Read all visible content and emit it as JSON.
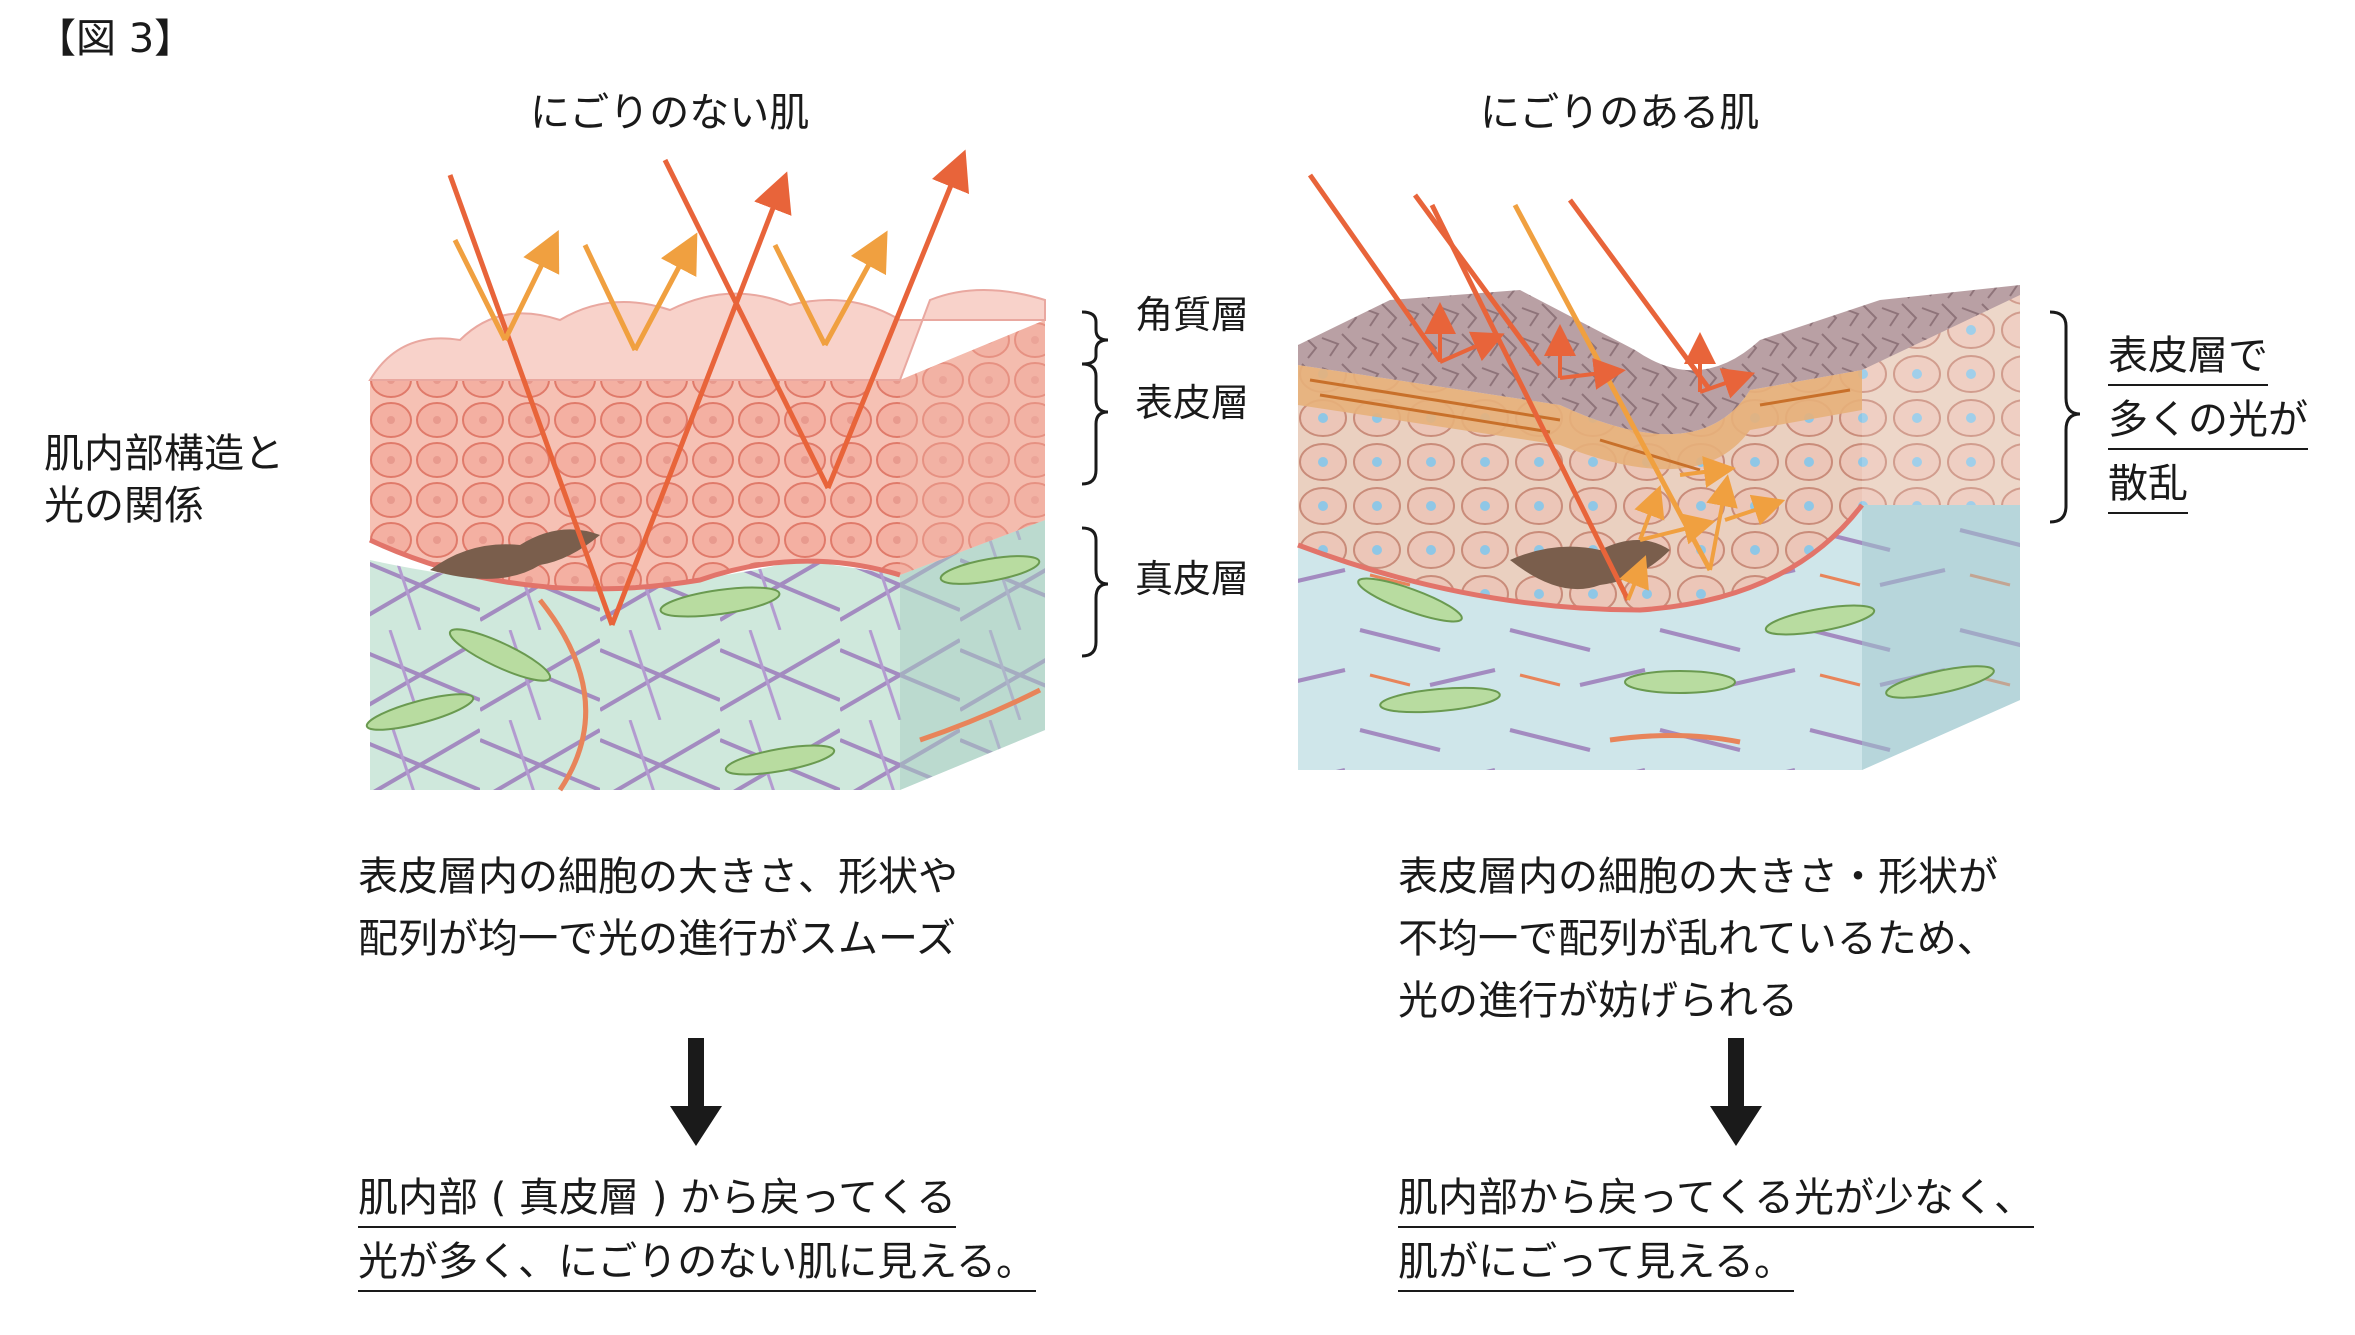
{
  "figure_label": "【図 3】",
  "side_label_lines": [
    "肌内部構造と",
    "光の関係"
  ],
  "left_panel": {
    "title": "にごりのない肌",
    "description_lines": [
      "表皮層内の細胞の大きさ、形状や",
      "配列が均一で光の進行がスムーズ"
    ],
    "conclusion_lines": [
      "肌内部 ( 真皮層 ) から戻ってくる",
      "光が多く、にごりのない肌に見える。"
    ]
  },
  "right_panel": {
    "title": "にごりのある肌",
    "description_lines": [
      "表皮層内の細胞の大きさ・形状が",
      "不均一で配列が乱れているため、",
      "光の進行が妨げられる"
    ],
    "conclusion_lines": [
      "肌内部から戻ってくる光が少なく、",
      "肌がにごって見える。"
    ],
    "scatter_note_lines": [
      "表皮層で",
      "多くの光が",
      "散乱"
    ]
  },
  "layer_labels": {
    "stratum_corneum": "角質層",
    "epidermis": "表皮層",
    "dermis": "真皮層"
  },
  "colors": {
    "incoming_light": "#e8643a",
    "reflected_light": "#f0a040",
    "epidermis_pink": "#f3b3a6",
    "dermis_green": "#cfe8dc",
    "dermis_blue": "#cfe6ea",
    "corneum_mauve": "#b9a0a4"
  }
}
